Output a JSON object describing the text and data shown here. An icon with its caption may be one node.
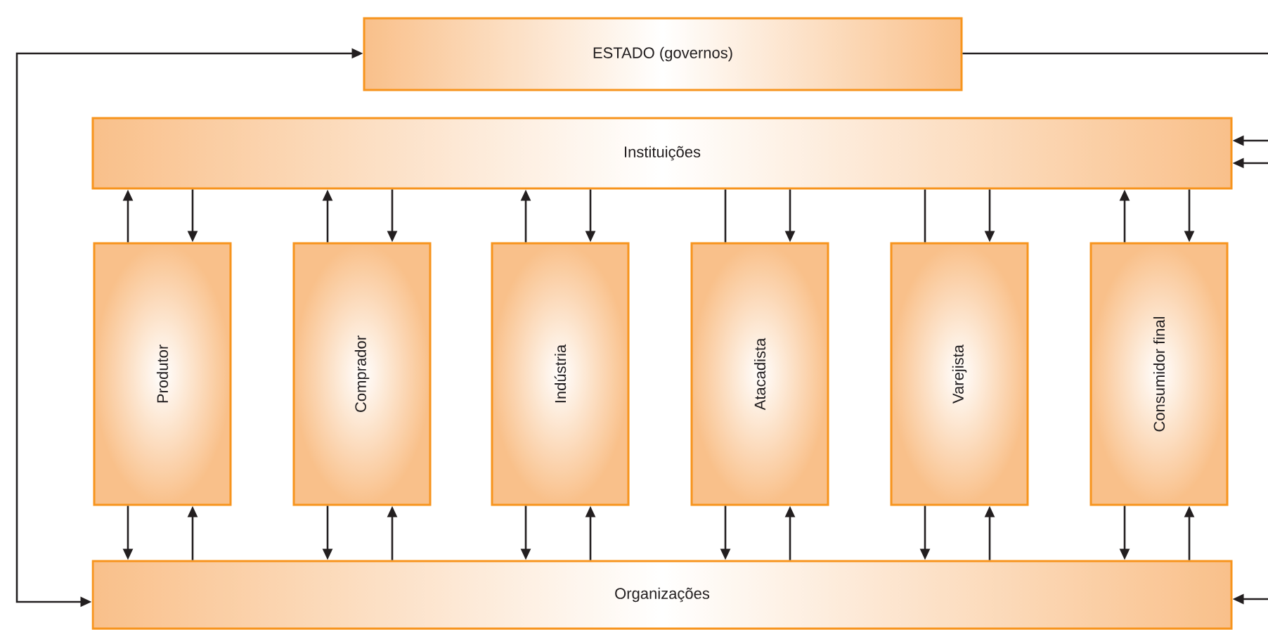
{
  "diagram": {
    "nodes": [
      {
        "text": [
          "ESTADO (governos)"
        ]
      },
      {
        "text": [
          "Instituições"
        ]
      },
      {
        "text": [
          "Produtor"
        ]
      },
      {
        "text": [
          "Comprador"
        ]
      },
      {
        "text": [
          "Indústria"
        ]
      },
      {
        "text": [
          "Atacadista"
        ]
      },
      {
        "text": [
          "Varejista"
        ]
      },
      {
        "text": [
          "Consumidor final"
        ]
      },
      {
        "text": [
          "Organizações"
        ]
      }
    ],
    "edges": [
      {
        "from": 8,
        "to": 0,
        "arrow": "both"
      },
      {
        "from": 0,
        "to": null,
        "arrow": "none"
      },
      {
        "from": null,
        "to": 1,
        "arrow": "to"
      },
      {
        "from": null,
        "to": 1,
        "arrow": "to"
      },
      {
        "from": null,
        "to": 8,
        "arrow": "to"
      },
      {
        "from": 2,
        "to": 1,
        "arrow": "to"
      },
      {
        "from": 1,
        "to": 2,
        "arrow": "to"
      },
      {
        "from": 3,
        "to": 1,
        "arrow": "to"
      },
      {
        "from": 1,
        "to": 3,
        "arrow": "to"
      },
      {
        "from": 4,
        "to": 1,
        "arrow": "to"
      },
      {
        "from": 1,
        "to": 4,
        "arrow": "to"
      },
      {
        "from": 5,
        "to": 1,
        "arrow": "none"
      },
      {
        "from": 1,
        "to": 5,
        "arrow": "to"
      },
      {
        "from": 6,
        "to": 1,
        "arrow": "none"
      },
      {
        "from": 1,
        "to": 6,
        "arrow": "to"
      },
      {
        "from": 7,
        "to": 1,
        "arrow": "to"
      },
      {
        "from": 1,
        "to": 7,
        "arrow": "to"
      },
      {
        "from": 2,
        "to": 8,
        "arrow": "to"
      },
      {
        "from": 8,
        "to": 2,
        "arrow": "to"
      },
      {
        "from": 3,
        "to": 8,
        "arrow": "to"
      },
      {
        "from": 8,
        "to": 3,
        "arrow": "to"
      },
      {
        "from": 4,
        "to": 8,
        "arrow": "to"
      },
      {
        "from": 8,
        "to": 4,
        "arrow": "to"
      },
      {
        "from": 5,
        "to": 8,
        "arrow": "to"
      },
      {
        "from": 8,
        "to": 5,
        "arrow": "to"
      },
      {
        "from": 6,
        "to": 8,
        "arrow": "to"
      },
      {
        "from": 8,
        "to": 6,
        "arrow": "to"
      },
      {
        "from": 7,
        "to": 8,
        "arrow": "to"
      },
      {
        "from": 8,
        "to": 7,
        "arrow": "to"
      }
    ]
  }
}
